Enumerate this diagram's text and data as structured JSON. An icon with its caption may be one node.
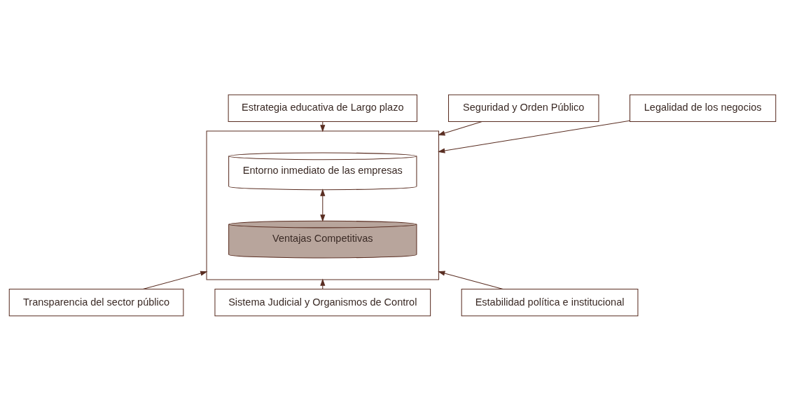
{
  "diagram": {
    "nodes": [
      {
        "text": [
          "Estrategia educativa de Largo plazo"
        ]
      },
      {
        "text": [
          "Seguridad y Orden Público"
        ]
      },
      {
        "text": [],
        "shape": "box"
      },
      {
        "text": [
          "Entorno inmediato de las empresas"
        ],
        "in": 2
      },
      {
        "text": [
          "Ventajas Competitivas"
        ],
        "in": 2
      },
      {
        "text": [
          "Legalidad de los negocios"
        ]
      },
      {
        "text": [
          "Transparencia del sector público"
        ]
      },
      {
        "text": [
          "Sistema Judicial y Organismos de Control"
        ]
      },
      {
        "text": [
          "Estabilidad política e institucional"
        ]
      }
    ],
    "edges": [
      {
        "from": 0,
        "to": 2,
        "arrow": "to"
      },
      {
        "from": 1,
        "to": 2,
        "arrow": "to"
      },
      {
        "from": 5,
        "to": 2,
        "arrow": "to"
      },
      {
        "from": 3,
        "to": 4,
        "arrow": "both"
      },
      {
        "from": 6,
        "to": 2,
        "arrow": "to"
      },
      {
        "from": 7,
        "to": 2,
        "arrow": "to"
      },
      {
        "from": 8,
        "to": 2,
        "arrow": "to"
      }
    ]
  }
}
